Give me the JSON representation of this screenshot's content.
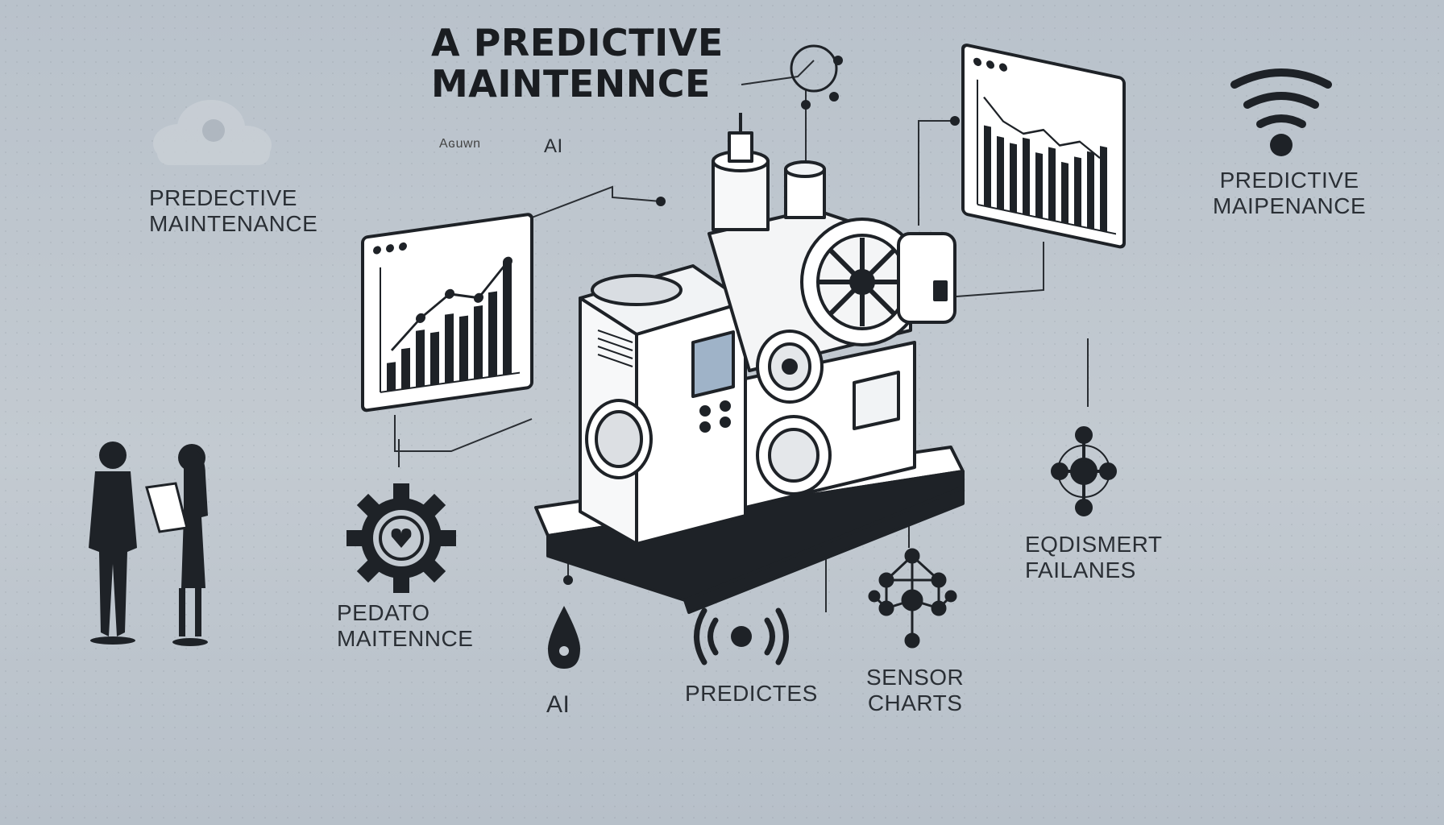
{
  "title": {
    "line1": "A PREDICTIVE",
    "line2": "MAINTENNCE"
  },
  "subtitle": {
    "left": "Aɢuwn",
    "right": "AI"
  },
  "labels": {
    "left_top": {
      "line1": "PREDECTIVE",
      "line2": "MAINTENANCE"
    },
    "right_top": {
      "line1": "PREDICTIVE",
      "line2": "MAIPENANCE"
    },
    "gear": {
      "line1": "PEDATO",
      "line2": "MAITENNCE"
    },
    "ai": "AI",
    "predicts": "PREDICTES",
    "sensor": {
      "line1": "SENSOR",
      "line2": "CHARTS"
    },
    "equipment": {
      "line1": "EQDISMERT",
      "line2": "FAILANES"
    }
  },
  "icons": [
    "cloud-icon",
    "wifi-icon",
    "gear-heart-icon",
    "drop-icon",
    "signal-icon",
    "network-icon",
    "node-icon",
    "people-icon",
    "machine-illustration"
  ],
  "colors": {
    "background": "#bfc7cf",
    "ink": "#1e2227",
    "screen": "#9fb3c8"
  }
}
